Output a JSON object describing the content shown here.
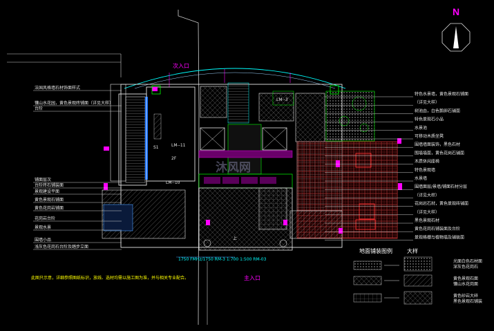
{
  "north_label": "N",
  "entrances": {
    "secondary": "次入口",
    "main": "主入口"
  },
  "rooms": {
    "lm11": "LM--11",
    "lm10": "LM--10",
    "lm3": "LM--3",
    "s1": "S1",
    "fr": "2F"
  },
  "left_labels": [
    "法国风格墙石材饰面样式",
    "镶山水花园，黄色景观砖铺面（详见大样）",
    "台阶",
    "铺面层次",
    "台阶砖石铺装面",
    "景观建设平面",
    "黄色景观石铺面",
    "黄色花岗岩铺面",
    "花岗岩台阶",
    "景观水景",
    "围墙小品",
    "浅灰色花岗石台阶及踏步立面"
  ],
  "right_labels": [
    "特色水景墙，黄色景观石铺面",
    "（详见大样）",
    "树池由，白色鹅卵石铺面",
    "特色景观石小品",
    "水景池",
    "可移动木质坐凳",
    "围墙墙面装饰，黑色石材",
    "围墙墙面，黄色花岗石铺面",
    "木质休闲座椅",
    "特色景观墙",
    "水景墙",
    "围墙面层/景墙/铺面石材分层",
    "（详见大样）",
    "花岗岩石材，黄色景观砖铺面",
    "（详见大样）",
    "黑色景观石材",
    "黄色花岗石铺装面及台阶",
    "景观格栅与植物墙及铺装面"
  ],
  "legend": {
    "title": "地面铺装图例",
    "subtitle": "大样",
    "rows": [
      [
        "光面白色石材面",
        "深灰色花岗石"
      ],
      [
        "黄色景观石面",
        "镶山水花岗面"
      ],
      [
        "黄色砂岩大碎",
        "黑色景观石铺装"
      ]
    ]
  },
  "footnote": "此图只示意，详细参照图纸标识，放线、选材均需以施工图为准，并与相关专业配合。",
  "dimension_text": "1750 FMHz/1750 RM-3 1:700   1:500 RM-03",
  "stair_text": "上",
  "watermark": "沐风网",
  "colors": {
    "background": "#000000",
    "wall": "#ffffff",
    "annotation": "#ff00ff",
    "cyan": "#00ffff",
    "green": "#00ff00",
    "yellow": "#ffff00",
    "red_pattern": "#c03030"
  }
}
